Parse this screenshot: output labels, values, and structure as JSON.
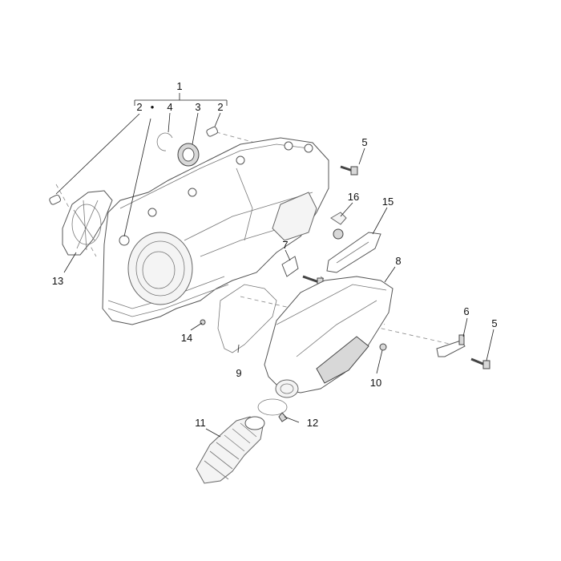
{
  "callouts": {
    "c1": "1",
    "c2a": "2",
    "c2b": "2",
    "c3": "3",
    "c4": "4",
    "c5a": "5",
    "c5b": "5",
    "c6": "6",
    "c7": "7",
    "c8": "8",
    "c9": "9",
    "c10": "10",
    "c11": "11",
    "c12": "12",
    "c13": "13",
    "c14": "14",
    "c15": "15",
    "c16": "16"
  },
  "markers": {
    "assembly_dot": "•"
  }
}
